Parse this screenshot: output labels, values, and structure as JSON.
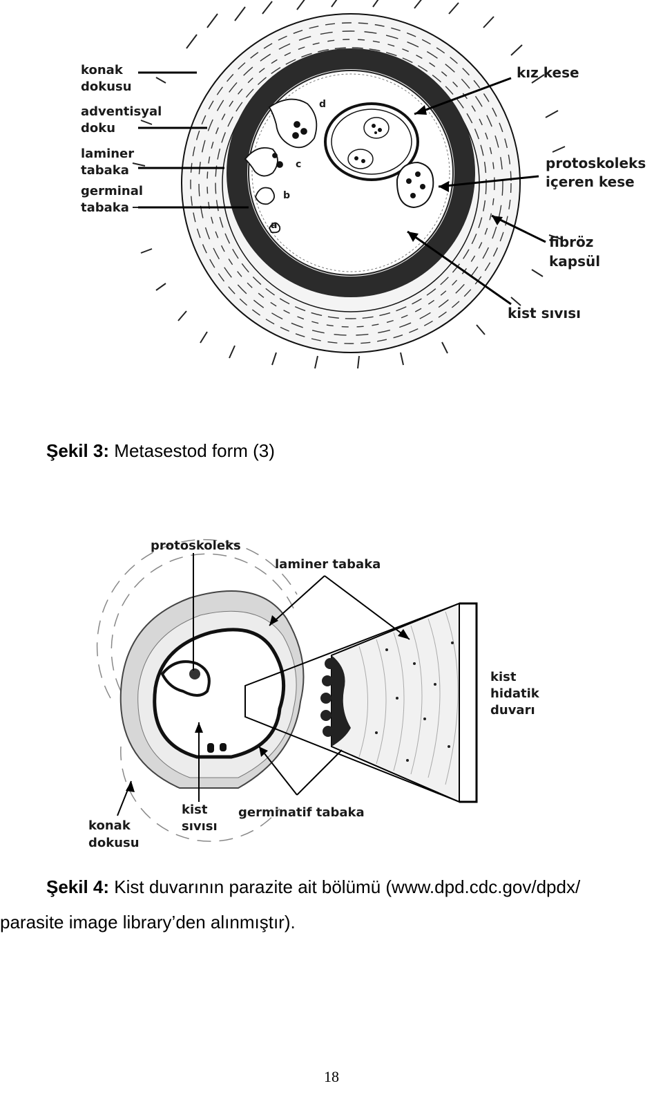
{
  "figure3": {
    "labels": {
      "konak_dokusu": [
        "konak",
        "dokusu"
      ],
      "adventisyal_doku": [
        "adventisyal",
        "doku"
      ],
      "laminer_tabaka": [
        "laminer",
        "tabaka"
      ],
      "germinal_tabaka": [
        "germinal",
        "tabaka"
      ],
      "kiz_kese": "kız kese",
      "protoskoleks_iceren_kese": [
        "protoskoleks",
        "içeren kese"
      ],
      "fibroz_kapsul": [
        "fibröz",
        "kapsül"
      ],
      "kist_sivisi": "kist sıvısı",
      "stage_a": "a",
      "stage_b": "b",
      "stage_c": "c",
      "stage_d": "d"
    },
    "caption_prefix": "Şekil 3:",
    "caption_text": " Metasestod form (3)"
  },
  "figure4": {
    "labels": {
      "protoskoleks": "protoskoleks",
      "laminer_tabaka": "laminer tabaka",
      "kist_hidatik_duvari": [
        "kist",
        "hidatik",
        "duvarı"
      ],
      "konak_dokusu": [
        "konak",
        "dokusu"
      ],
      "kist_sivisi": [
        "kist",
        "sıvısı"
      ],
      "germinatif_tabaka": "germinatif tabaka"
    },
    "caption_prefix": "Şekil 4:",
    "caption_line1": " Kist duvarının parazite ait bölümü (www.dpd.cdc.gov/dpdx/",
    "caption_line2": "parasite image library’den alınmıştır)."
  },
  "page_number": "18"
}
